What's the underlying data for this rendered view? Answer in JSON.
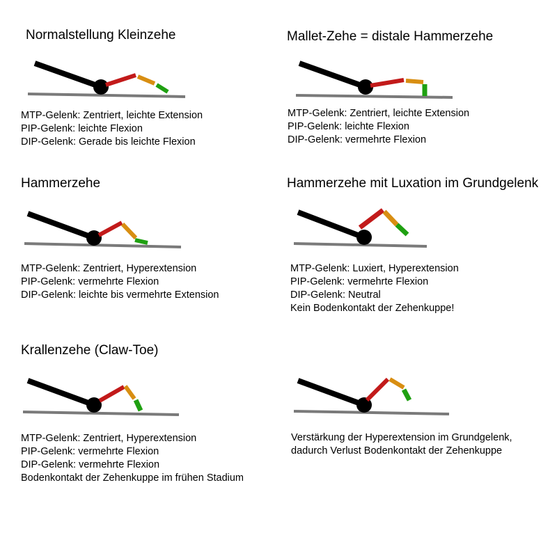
{
  "colors": {
    "bone": "#000000",
    "ground": "#7a7a7a",
    "proximal": "#c21a1a",
    "middle": "#d88e12",
    "distal": "#1fa011"
  },
  "panels": [
    {
      "title": "Normalstellung Kleinzehe",
      "lines": [
        "MTP-Gelenk: Zentriert, leichte Extension",
        "PIP-Gelenk: leichte Flexion",
        "DIP-Gelenk: Gerade bis leichte Flexion"
      ]
    },
    {
      "title": "Mallet-Zehe = distale Hammerzehe",
      "lines": [
        "MTP-Gelenk: Zentriert, leichte Extension",
        "PIP-Gelenk: leichte Flexion",
        "DIP-Gelenk: vermehrte Flexion"
      ]
    },
    {
      "title": "Hammerzehe",
      "lines": [
        "MTP-Gelenk: Zentriert, Hyperextension",
        "PIP-Gelenk: vermehrte Flexion",
        "DIP-Gelenk: leichte bis vermehrte Extension"
      ]
    },
    {
      "title": "Hammerzehe mit Luxation im Grundgelenk",
      "lines": [
        "MTP-Gelenk: Luxiert, Hyperextension",
        "PIP-Gelenk: vermehrte Flexion",
        "DIP-Gelenk: Neutral",
        "Kein Bodenkontakt der Zehenkuppe!"
      ]
    },
    {
      "title": "Krallenzehe (Claw-Toe)",
      "lines": [
        "MTP-Gelenk: Zentriert, Hyperextension",
        "PIP-Gelenk: vermehrte Flexion",
        "DIP-Gelenk: vermehrte Flexion",
        "Bodenkontakt der Zehenkuppe im frühen Stadium"
      ]
    },
    {
      "lines": [
        "Verstärkung der Hyperextension im Grundgelenk,",
        "dadurch Verlust Bodenkontakt der Zehenkuppe"
      ]
    }
  ]
}
